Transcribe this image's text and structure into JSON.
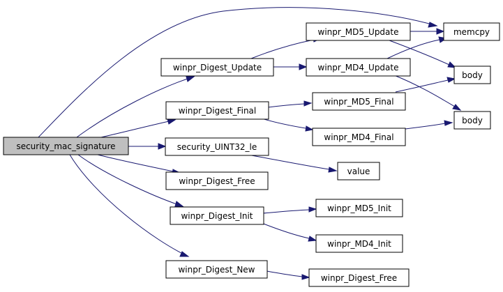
{
  "colors": {
    "node_fill": "#ffffff",
    "root_fill": "#bfbfbf",
    "node_border": "#000000",
    "edge": "#191970"
  },
  "nodes": {
    "n_security_mac_signature": "security_mac_signature",
    "n_winpr_digest_update": "winpr_Digest_Update",
    "n_winpr_digest_final": "winpr_Digest_Final",
    "n_security_uint32_le": "security_UINT32_le",
    "n_winpr_digest_free_a": "winpr_Digest_Free",
    "n_winpr_digest_init": "winpr_Digest_Init",
    "n_winpr_digest_new": "winpr_Digest_New",
    "n_winpr_md5_update": "winpr_MD5_Update",
    "n_winpr_md4_update": "winpr_MD4_Update",
    "n_winpr_md5_final": "winpr_MD5_Final",
    "n_winpr_md4_final": "winpr_MD4_Final",
    "n_value": "value",
    "n_winpr_md5_init": "winpr_MD5_Init",
    "n_winpr_md4_init": "winpr_MD4_Init",
    "n_winpr_digest_free_b": "winpr_Digest_Free",
    "n_memcpy": "memcpy",
    "n_body_a": "body",
    "n_body_b": "body"
  }
}
